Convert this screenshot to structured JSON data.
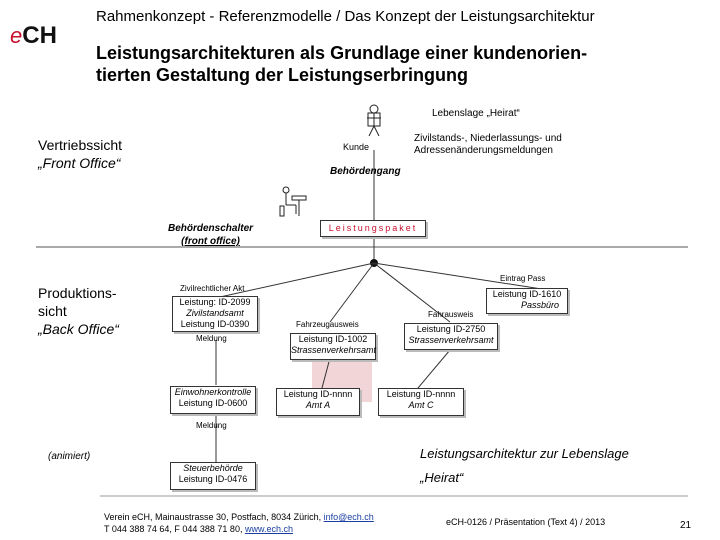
{
  "header": {
    "logo_e": "e",
    "logo_ch": "CH",
    "subtitle": "Rahmenkonzept - Referenzmodelle / Das Konzept der Leistungsarchitektur",
    "title_line1": "Leistungsarchitekturen als Grundlage einer kundenorien-",
    "title_line2": "tierten Gestaltung der Leistungserbringung"
  },
  "diagram": {
    "lebenslage": "Lebenslage „Heirat“",
    "kunde": "Kunde",
    "zivilstand_line1": "Zivilstands-, Niederlassungs- und",
    "zivilstand_line2": "Adressenänderungsmeldungen",
    "behoerdengang": "Behördengang",
    "vertrieb_line1": "Vertriebssicht",
    "vertrieb_line2": "„Front Office“",
    "schalter_line1": "Behördenschalter",
    "schalter_line2": "(front office)",
    "paket": "Leistungspaket",
    "produktion_line1": "Produktions-",
    "produktion_line2": "sicht",
    "produktion_line3": "„Back Office“",
    "animiert": "(animiert)",
    "zivil_akt": "Zivilrechtlicher Akt",
    "l2099": "Leistung: ID-2099",
    "zivilstandsamt": "Zivilstandsamt",
    "l0390": "Leistung ID-0390",
    "meldung1": "Meldung",
    "einwohner": "Einwohnerkontrolle",
    "l0600": "Leistung ID-0600",
    "meldung2": "Meldung",
    "steuer": "Steuerbehörde",
    "l0476": "Leistung ID-0476",
    "fahrzeug": "Fahrzeugausweis",
    "l1002": "Leistung ID-1002",
    "strassen1": "Strassenverkehrsamt",
    "lnnnn_a": "Leistung ID-nnnn",
    "amt_a": "Amt A",
    "eintrag": "Eintrag Pass",
    "l1610": "Leistung ID-1610",
    "passbuero": "Passbüro",
    "fahrausweis": "Fahrausweis",
    "l2750": "Leistung ID-2750",
    "strassen2": "Strassenverkehrsamt",
    "lnnnn_c": "Leistung ID-nnnn",
    "amt_c": "Amt C",
    "arch_line1": "Leistungsarchitektur zur Lebenslage",
    "arch_line2": "„Heirat“"
  },
  "footer": {
    "addr_line1": "Verein eCH, Mainaustrasse 30, Postfach, 8034 Zürich, ",
    "email": "info@ech.ch",
    "addr_line2": "T 044 388 74 64, F 044 388 71 80, ",
    "web": "www.ech.ch",
    "doc": "eCH-0126 / Präsentation (Text 4) / 2013",
    "page": "21"
  },
  "colors": {
    "accent_red": "#c8102e",
    "link_blue": "#1a3fa0",
    "highlight_pink": "#f2d5d7"
  }
}
